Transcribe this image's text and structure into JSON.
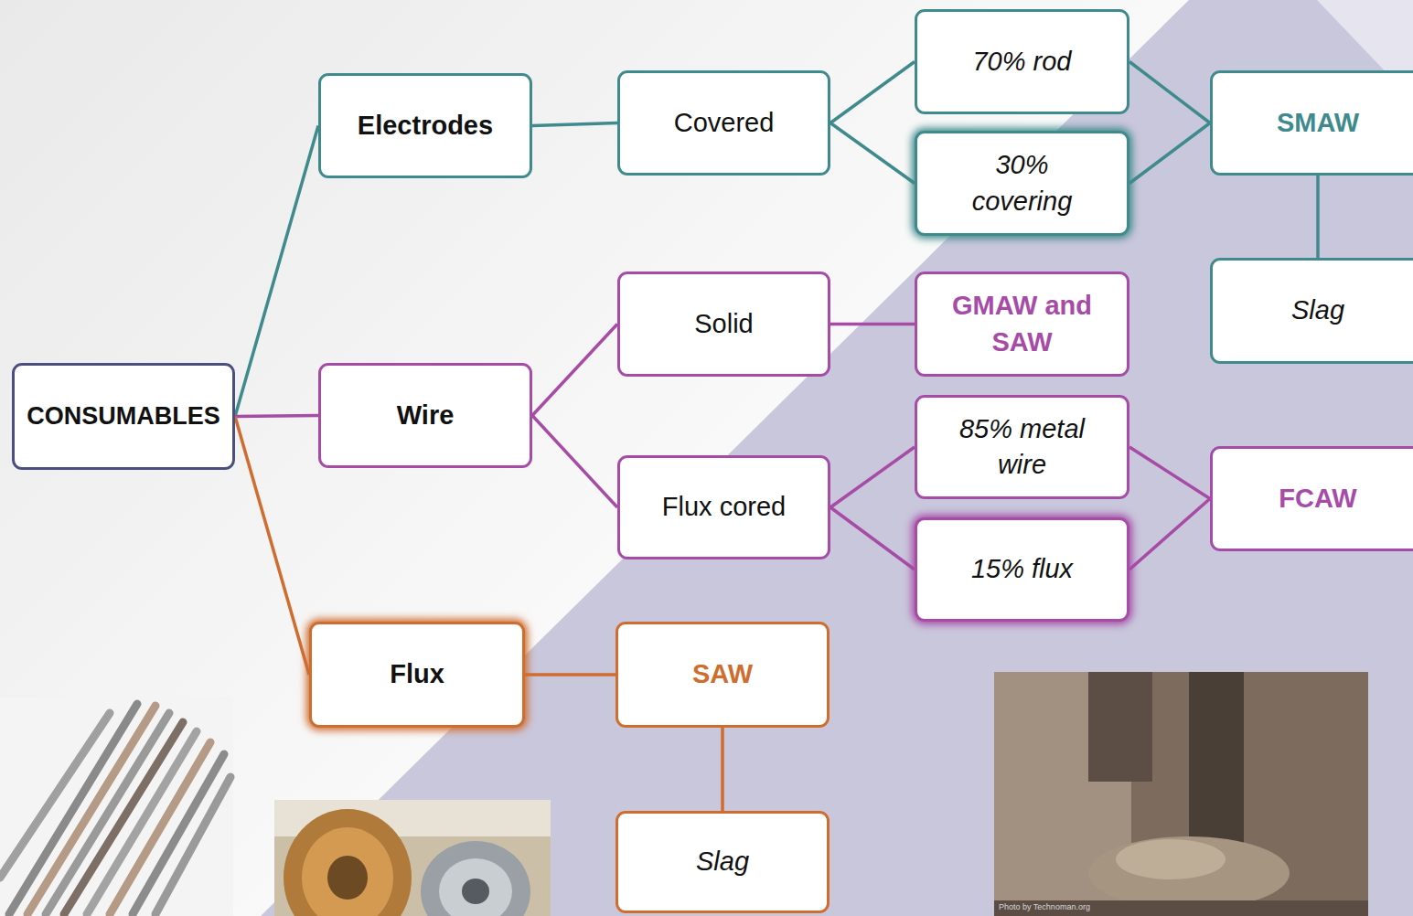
{
  "diagram": {
    "nodes": [
      {
        "text": [
          "CONSUMABLES"
        ]
      },
      {
        "text": [
          "Electrodes"
        ]
      },
      {
        "text": [
          "Covered"
        ]
      },
      {
        "text": [
          "70% rod"
        ]
      },
      {
        "text": [
          "30% covering"
        ]
      },
      {
        "text": [
          "SMAW"
        ]
      },
      {
        "text": [
          "Slag"
        ]
      },
      {
        "text": [
          "Wire"
        ]
      },
      {
        "text": [
          "Solid"
        ]
      },
      {
        "text": [
          "GMAW and SAW"
        ]
      },
      {
        "text": [
          "Flux cored"
        ]
      },
      {
        "text": [
          "85% metal wire"
        ]
      },
      {
        "text": [
          "15% flux"
        ]
      },
      {
        "text": [
          "FCAW"
        ]
      },
      {
        "text": [
          "Flux"
        ]
      },
      {
        "text": [
          "SAW"
        ]
      },
      {
        "text": [
          "Slag"
        ]
      }
    ],
    "edges": [
      {
        "from": 0,
        "to": 1,
        "arrow": "none"
      },
      {
        "from": 0,
        "to": 7,
        "arrow": "none"
      },
      {
        "from": 0,
        "to": 14,
        "arrow": "none"
      },
      {
        "from": 1,
        "to": 2,
        "arrow": "none"
      },
      {
        "from": 2,
        "to": 3,
        "arrow": "none"
      },
      {
        "from": 2,
        "to": 4,
        "arrow": "none"
      },
      {
        "from": 3,
        "to": 5,
        "arrow": "none"
      },
      {
        "from": 4,
        "to": 5,
        "arrow": "none"
      },
      {
        "from": 5,
        "to": 6,
        "arrow": "none"
      },
      {
        "from": 7,
        "to": 8,
        "arrow": "none"
      },
      {
        "from": 7,
        "to": 10,
        "arrow": "none"
      },
      {
        "from": 8,
        "to": 9,
        "arrow": "none"
      },
      {
        "from": 10,
        "to": 11,
        "arrow": "none"
      },
      {
        "from": 10,
        "to": 12,
        "arrow": "none"
      },
      {
        "from": 11,
        "to": 13,
        "arrow": "none"
      },
      {
        "from": 12,
        "to": 13,
        "arrow": "none"
      },
      {
        "from": 14,
        "to": 15,
        "arrow": "none"
      },
      {
        "from": 15,
        "to": 16,
        "arrow": "none"
      }
    ],
    "labels": [
      "Photo by Technoman.org"
    ]
  }
}
